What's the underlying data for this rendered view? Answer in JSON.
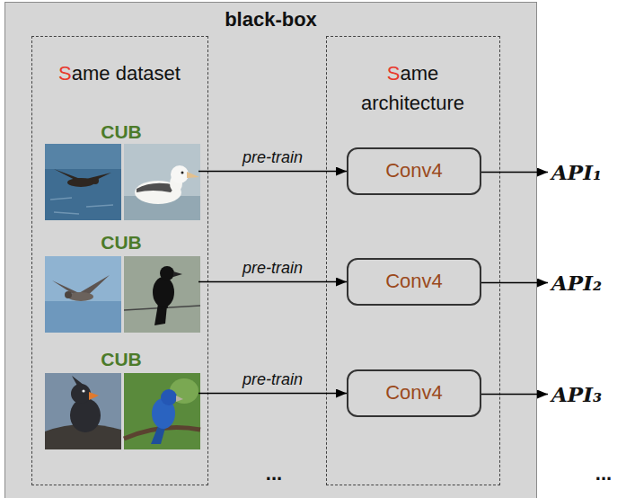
{
  "diagram": {
    "nodes": [
      {
        "text": [
          "black-box"
        ]
      },
      {
        "text": [
          "Same dataset"
        ],
        "in": 0
      },
      {
        "text": [
          "CUB"
        ],
        "in": 1
      },
      {
        "text": [
          "CUB"
        ],
        "in": 1
      },
      {
        "text": [
          "CUB"
        ],
        "in": 1
      },
      {
        "text": [
          "Same architecture"
        ],
        "in": 0
      },
      {
        "text": [
          "Conv4"
        ],
        "in": 5
      },
      {
        "text": [
          "Conv4"
        ],
        "in": 5
      },
      {
        "text": [
          "Conv4"
        ],
        "in": 5
      },
      {
        "text": [
          "API₁"
        ]
      },
      {
        "text": [
          "API₂"
        ]
      },
      {
        "text": [
          "API₃"
        ]
      }
    ],
    "edges": [
      {
        "from": 2,
        "to": 6,
        "label": "pre-train",
        "arrow": "to"
      },
      {
        "from": 3,
        "to": 7,
        "label": "pre-train",
        "arrow": "to"
      },
      {
        "from": 4,
        "to": 8,
        "label": "pre-train",
        "arrow": "to"
      },
      {
        "from": 6,
        "to": 9,
        "arrow": "to"
      },
      {
        "from": 7,
        "to": 10,
        "arrow": "to"
      },
      {
        "from": 8,
        "to": 11,
        "arrow": "to"
      }
    ],
    "labels": [
      "...",
      "..."
    ]
  }
}
